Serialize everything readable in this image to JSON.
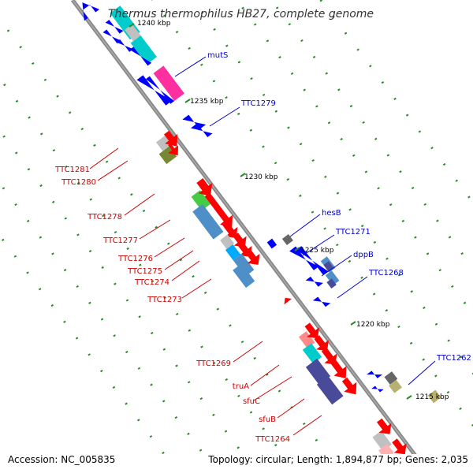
{
  "title": "Thermus thermophilus HB27, complete genome",
  "footer": {
    "accession": "Accession: NC_005835",
    "topology": "Topology: circular; Length: 1,894,877 bp; Genes: 2,035"
  },
  "kbp_labels": [
    "1240 kbp",
    "1235 kbp",
    "1230 kbp",
    "1225 kbp",
    "1220 kbp",
    "1215 kbp"
  ],
  "genes_left": [
    "TTC1281",
    "TTC1280",
    "TTC1278",
    "TTC1277",
    "TTC1276",
    "TTC1275",
    "TTC1274",
    "TTC1273",
    "TTC1269",
    "truA",
    "sfuC",
    "sfuB",
    "TTC1264"
  ],
  "genes_right": [
    "mutS",
    "TTC1279",
    "hesB",
    "TTC1271",
    "dppB",
    "TTC1268",
    "TTC1262"
  ],
  "colors": {
    "forward": "#ff0000",
    "reverse": "#0000ff",
    "cyan": "#00cccc",
    "magenta": "#ff2fa0",
    "steelblue": "#4f8fc8",
    "slate": "#4a4a9a",
    "green": "#44cc44",
    "olive": "#778833",
    "khaki": "#b8b070",
    "gray": "#c0c0c0",
    "tick": "#2a8a2a"
  }
}
